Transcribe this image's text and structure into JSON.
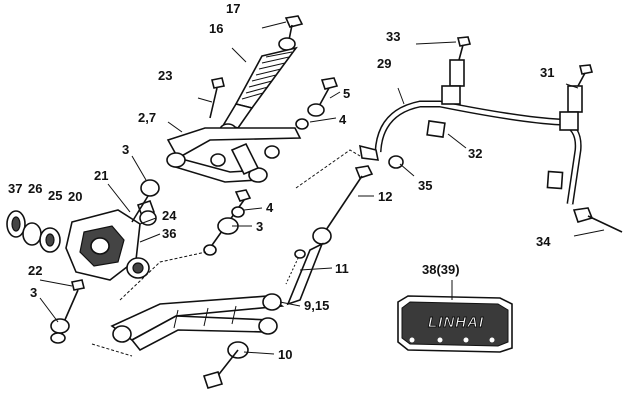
{
  "callouts": {
    "c17": "17",
    "c16": "16",
    "c23": "23",
    "c27": "2,7",
    "c5": "5",
    "c4a": "4",
    "c3a": "3",
    "c21": "21",
    "c37": "37",
    "c26": "26",
    "c25": "25",
    "c20": "20",
    "c24": "24",
    "c36": "36",
    "c4b": "4",
    "c3b": "3",
    "c22": "22",
    "c3c": "3",
    "c33": "33",
    "c29": "29",
    "c31": "31",
    "c32": "32",
    "c35": "35",
    "c12": "12",
    "c34": "34",
    "c11": "11",
    "c38": "38(39)",
    "c915": "9,15",
    "c10": "10"
  },
  "guard_logo": "LINHAI"
}
